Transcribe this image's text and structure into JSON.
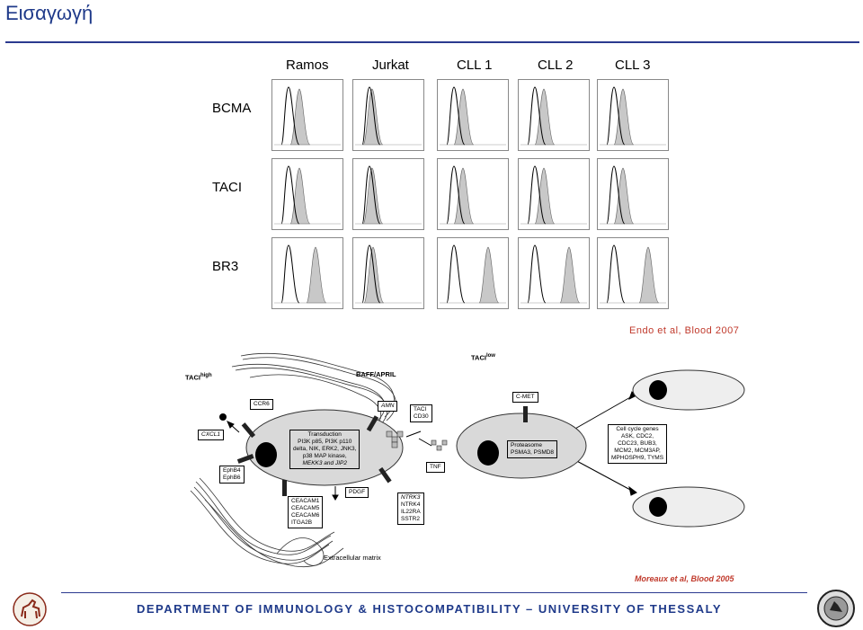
{
  "slide": {
    "title": "Εισαγωγή"
  },
  "figure1": {
    "columns": [
      "Ramos",
      "Jurkat",
      "CLL 1",
      "CLL 2",
      "CLL 3"
    ],
    "rows": [
      "BCMA",
      "TACI",
      "BR3"
    ],
    "citation": "Endo et al, Blood 2007"
  },
  "figure2": {
    "taci_high": "TACI",
    "taci_high_sup": "high",
    "taci_low": "TACI",
    "taci_low_sup": "low",
    "baff_april": "BAFF/APRIL",
    "ccr6": "CCR6",
    "cxcl1": "CXCL1",
    "ephb": [
      "EphB4",
      "EphB6"
    ],
    "transduction": [
      "Transduction",
      "PI3K p85, PI3K p110",
      "delta, NIK, ERK2, JNK3,",
      "p38 MAP kinase,",
      "MEKK3 and JIP2"
    ],
    "amn": "AMN",
    "taci_cd30": [
      "TACI",
      "CD30"
    ],
    "tnf": "TNF",
    "ceacam": [
      "CEACAM1",
      "CEACAM5",
      "CEACAM6",
      "ITGA2B"
    ],
    "pdgf": "PDGF",
    "ntrk": [
      "NTRK3",
      "NTRK4",
      "IL22RA",
      "SSTR2"
    ],
    "extracellular": "Extracellular matrix",
    "cmet": "C-MET",
    "proteasome": [
      "Proteasome",
      "PSMA3, PSMD8"
    ],
    "cell_cycle": [
      "Cell cycle genes",
      "ASK, CDC2,",
      "CDC23, BUB3,",
      "MCM2, MCM3AP,",
      "MPHOSPH9, TYMS"
    ],
    "citation": "Moreaux et al, Blood 2005"
  },
  "footer": {
    "text": "DEPARTMENT OF IMMUNOLOGY & HISTOCOMPATIBILITY – UNIVERSITY OF THESSALY"
  }
}
